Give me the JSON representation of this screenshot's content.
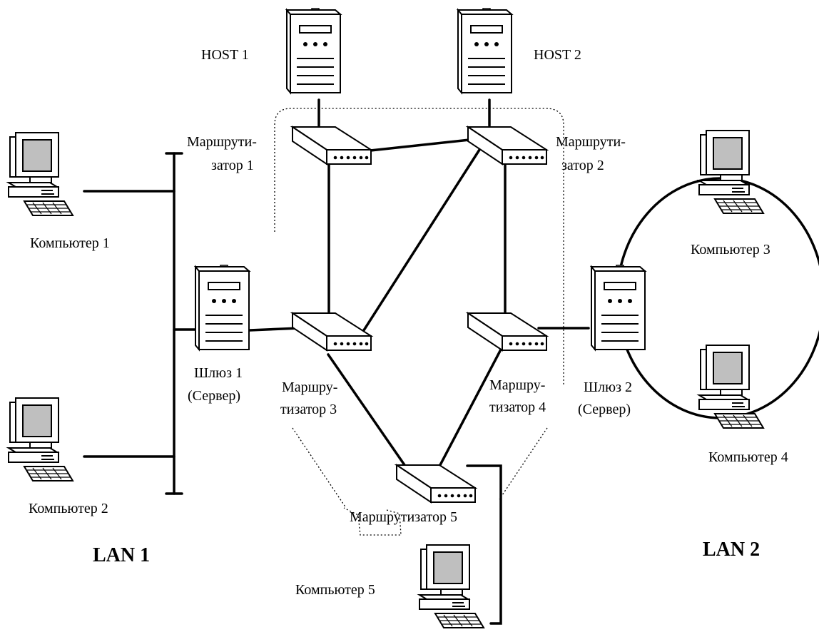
{
  "labels": {
    "host1": "HOST 1",
    "host2": "HOST 2",
    "router1_a": "Маршрути-",
    "router1_b": "затор 1",
    "router2_a": "Маршрути-",
    "router2_b": "затор 2",
    "router3_a": "Маршру-",
    "router3_b": "тизатор 3",
    "router4_a": "Маршру-",
    "router4_b": "тизатор 4",
    "router5": "Маршрутизатор 5",
    "gateway1_a": "Шлюз 1",
    "gateway1_b": "(Сервер)",
    "gateway2_a": "Шлюз 2",
    "gateway2_b": "(Сервер)",
    "computer1": "Компьютер 1",
    "computer2": "Компьютер 2",
    "computer3": "Компьютер 3",
    "computer4": "Компьютер 4",
    "computer5": "Компьютер 5",
    "lan1": "LAN 1",
    "lan2": "LAN 2"
  },
  "icons": {
    "server": "server-tower-icon",
    "router": "router-icon",
    "computer": "desktop-computer-icon"
  },
  "colors": {
    "line": "#000000",
    "fill": "#ffffff",
    "screen": "#bfbfbf"
  }
}
